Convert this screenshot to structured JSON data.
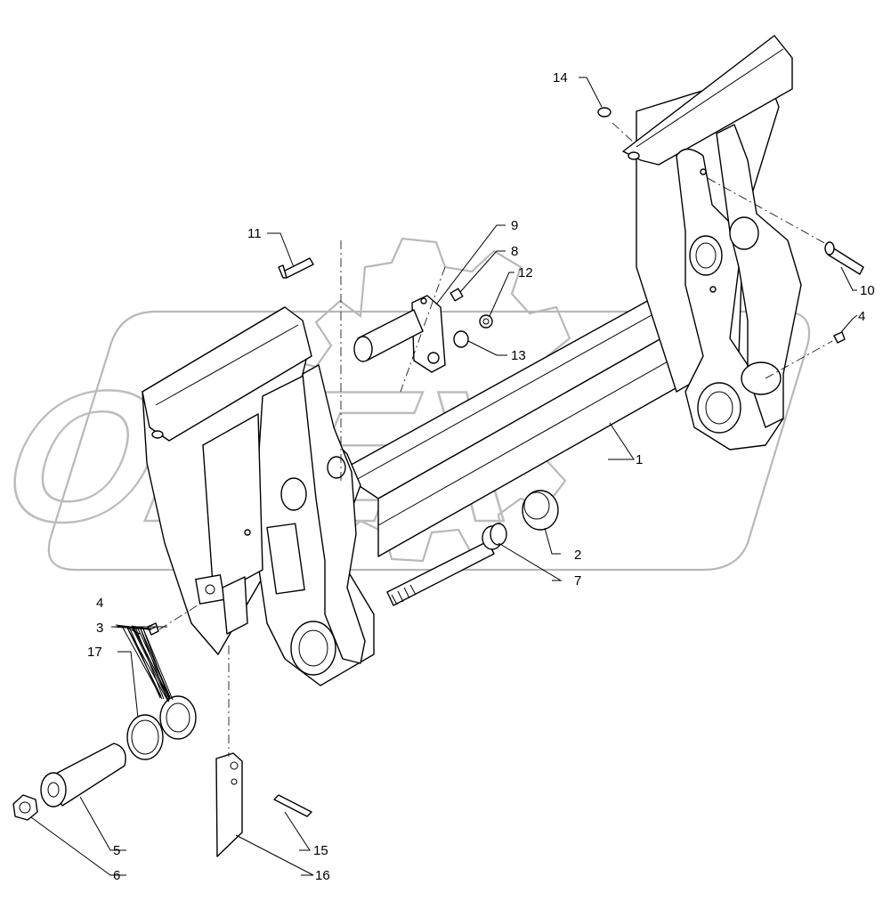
{
  "watermark": "OPEX",
  "callouts": [
    {
      "id": "c1",
      "label": "1"
    },
    {
      "id": "c2",
      "label": "2"
    },
    {
      "id": "c3",
      "label": "3"
    },
    {
      "id": "c4a",
      "label": "4"
    },
    {
      "id": "c4b",
      "label": "4"
    },
    {
      "id": "c5",
      "label": "5"
    },
    {
      "id": "c6",
      "label": "6"
    },
    {
      "id": "c7",
      "label": "7"
    },
    {
      "id": "c8",
      "label": "8"
    },
    {
      "id": "c9",
      "label": "9"
    },
    {
      "id": "c10",
      "label": "10"
    },
    {
      "id": "c11",
      "label": "11"
    },
    {
      "id": "c12",
      "label": "12"
    },
    {
      "id": "c13",
      "label": "13"
    },
    {
      "id": "c14",
      "label": "14"
    },
    {
      "id": "c15",
      "label": "15"
    },
    {
      "id": "c16",
      "label": "16"
    },
    {
      "id": "c17",
      "label": "17"
    }
  ]
}
